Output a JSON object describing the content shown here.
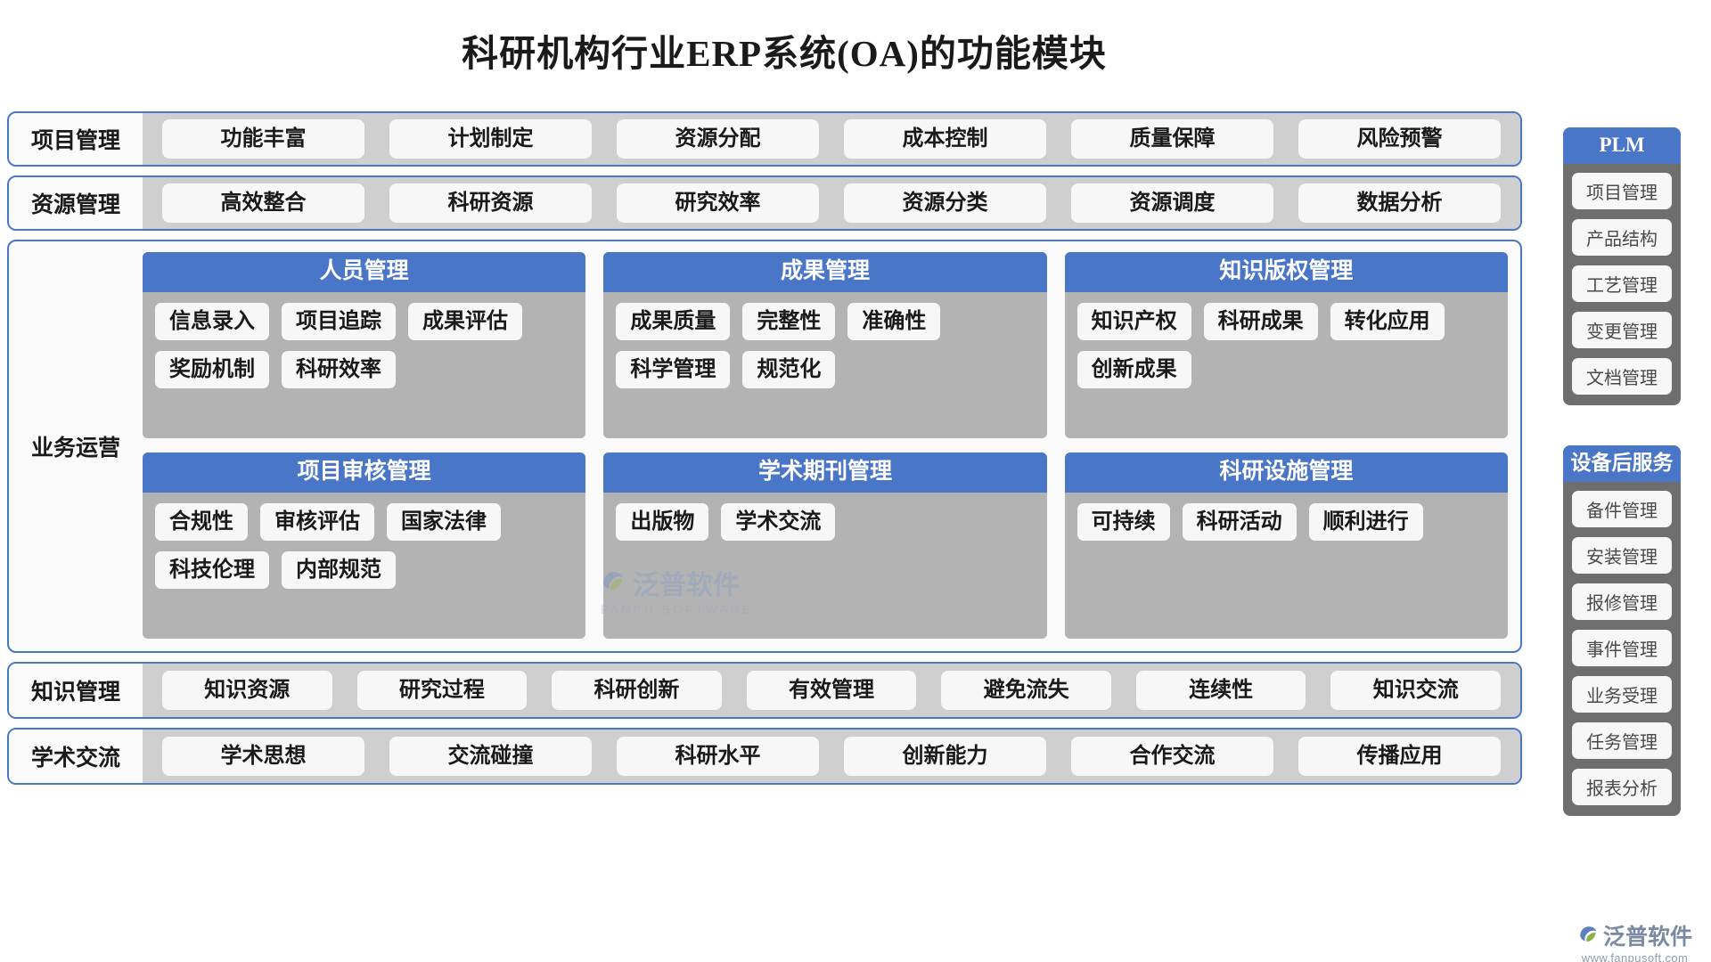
{
  "title": "科研机构行业ERP系统(OA)的功能模块",
  "colors": {
    "accent_blue": "#4a76c8",
    "strip_gray": "#cfcfcf",
    "card_gray": "#b3b3b3",
    "sidebar_gray": "#6e6e6e",
    "pill_bg": "#f7f7f7"
  },
  "rows": [
    {
      "label": "项目管理",
      "items": [
        "功能丰富",
        "计划制定",
        "资源分配",
        "成本控制",
        "质量保障",
        "风险预警"
      ]
    },
    {
      "label": "资源管理",
      "items": [
        "高效整合",
        "科研资源",
        "研究效率",
        "资源分类",
        "资源调度",
        "数据分析"
      ]
    }
  ],
  "operations": {
    "label": "业务运营",
    "cards": [
      {
        "title": "人员管理",
        "items": [
          "信息录入",
          "项目追踪",
          "成果评估",
          "奖励机制",
          "科研效率"
        ]
      },
      {
        "title": "成果管理",
        "items": [
          "成果质量",
          "完整性",
          "准确性",
          "科学管理",
          "规范化"
        ]
      },
      {
        "title": "知识版权管理",
        "items": [
          "知识产权",
          "科研成果",
          "转化应用",
          "创新成果"
        ]
      },
      {
        "title": "项目审核管理",
        "items": [
          "合规性",
          "审核评估",
          "国家法律",
          "科技伦理",
          "内部规范"
        ]
      },
      {
        "title": "学术期刊管理",
        "items": [
          "出版物",
          "学术交流"
        ]
      },
      {
        "title": "科研设施管理",
        "items": [
          "可持续",
          "科研活动",
          "顺利进行"
        ]
      }
    ]
  },
  "bottom_rows": [
    {
      "label": "知识管理",
      "items": [
        "知识资源",
        "研究过程",
        "科研创新",
        "有效管理",
        "避免流失",
        "连续性",
        "知识交流"
      ]
    },
    {
      "label": "学术交流",
      "items": [
        "学术思想",
        "交流碰撞",
        "科研水平",
        "创新能力",
        "合作交流",
        "传播应用"
      ]
    }
  ],
  "sidebars": [
    {
      "title": "PLM",
      "items": [
        "项目管理",
        "产品结构",
        "工艺管理",
        "变更管理",
        "文档管理"
      ]
    },
    {
      "title": "设备后服务",
      "items": [
        "备件管理",
        "安装管理",
        "报修管理",
        "事件管理",
        "业务受理",
        "任务管理",
        "报表分析"
      ]
    }
  ],
  "watermark": {
    "text": "泛普软件",
    "sub": "FANPU SOFTWARE"
  },
  "logo": {
    "text": "泛普软件",
    "url": "www.fanpusoft.com"
  }
}
